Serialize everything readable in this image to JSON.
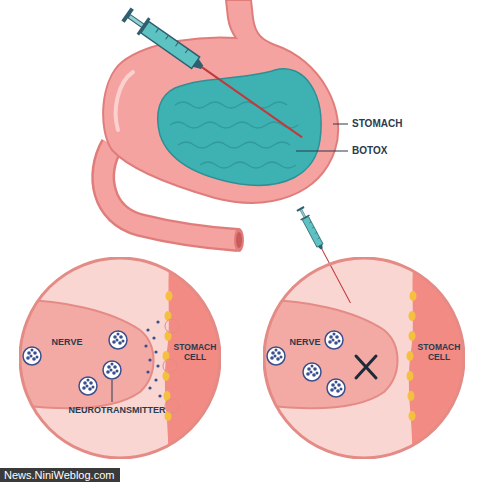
{
  "diagram": {
    "nodes": [
      {
        "text": [
          "NERVE",
          "STOMACH CELL",
          "NEUROTRANSMITTER"
        ]
      },
      {
        "text": [
          "NERVE",
          "STOMACH CELL"
        ]
      }
    ],
    "labels": [
      "STOMACH",
      "BOTOX",
      "News.NiniWeblog.com"
    ]
  }
}
